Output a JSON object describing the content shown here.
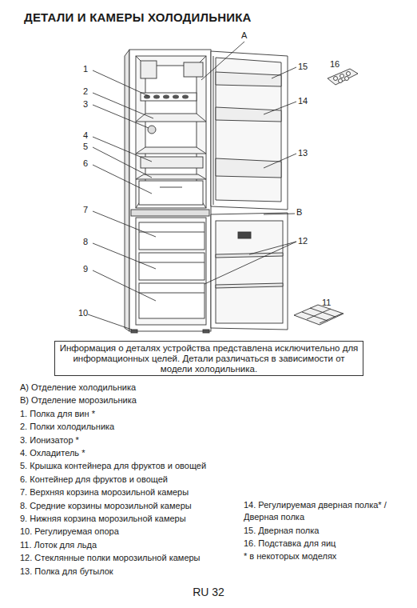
{
  "diagram": {
    "title": "ДЕТАЛИ И КАМЕРЫ ХОЛОДИЛЬНИКА",
    "nodes": [
      {
        "text": [
          "Информация о деталях устройства представлена исключительно для информационных целей. Детали различаться в зависимости от модели холодильника."
        ]
      }
    ],
    "labels": [
      "A",
      "1",
      "15",
      "16",
      "2",
      "14",
      "3",
      "4",
      "5",
      "6",
      "13",
      "7",
      "B",
      "12",
      "8",
      "9",
      "11",
      "10",
      "A) Отделение холодильника",
      "B) Отделение морозильника",
      "1. Полка для вин *",
      "2. Полки холодильника",
      "3. Ионизатор *",
      "4. Охладитель *",
      "5. Крышка контейнера для фруктов и овощей",
      "6. Контейнер для фруктов и овощей",
      "7. Верхняя корзина морозильной камеры",
      "8. Средние корзины морозильной камеры",
      "9. Нижняя корзина морозильной камеры",
      "10. Регулируемая опора",
      "11. Лоток для льда",
      "12. Стеклянные полки морозильной камеры",
      "13. Полка для бутылок",
      "14. Регулируемая дверная полка* / Дверная полка",
      "15. Дверная полка",
      "16. Подставка для яиц",
      "* в некоторых моделях",
      "RU 32"
    ]
  }
}
